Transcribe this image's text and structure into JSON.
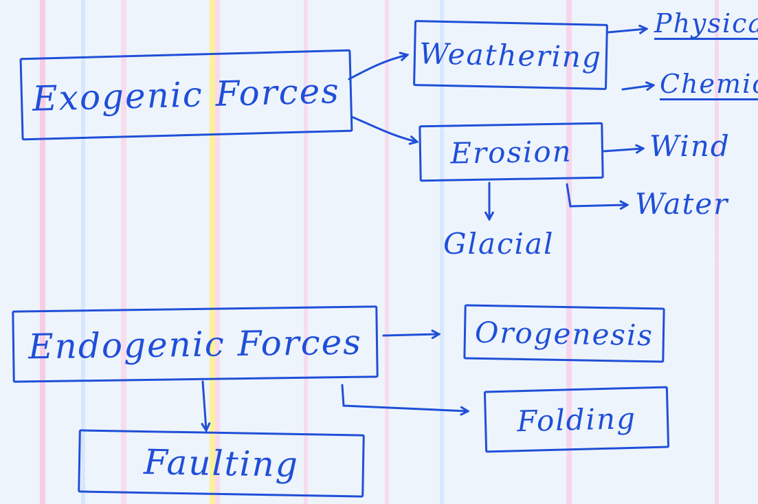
{
  "diagram": {
    "ink_color": "#1f4fd8",
    "paper_color": "#eef4fb",
    "nodes": {
      "exogenic": "Exogenic Forces",
      "weathering": "Weathering",
      "physical": "Physical",
      "chemical": "Chemical",
      "erosion": "Erosion",
      "wind": "Wind",
      "water": "Water",
      "glacial": "Glacial",
      "endogenic": "Endogenic Forces",
      "orogenesis": "Orogenesis",
      "folding": "Folding",
      "faulting": "Faulting"
    },
    "edges": [
      {
        "from": "exogenic",
        "to": "weathering"
      },
      {
        "from": "exogenic",
        "to": "erosion"
      },
      {
        "from": "weathering",
        "to": "physical"
      },
      {
        "from": "weathering",
        "to": "chemical"
      },
      {
        "from": "erosion",
        "to": "wind"
      },
      {
        "from": "erosion",
        "to": "water"
      },
      {
        "from": "erosion",
        "to": "glacial"
      },
      {
        "from": "endogenic",
        "to": "orogenesis"
      },
      {
        "from": "endogenic",
        "to": "folding"
      },
      {
        "from": "endogenic",
        "to": "faulting"
      }
    ]
  }
}
